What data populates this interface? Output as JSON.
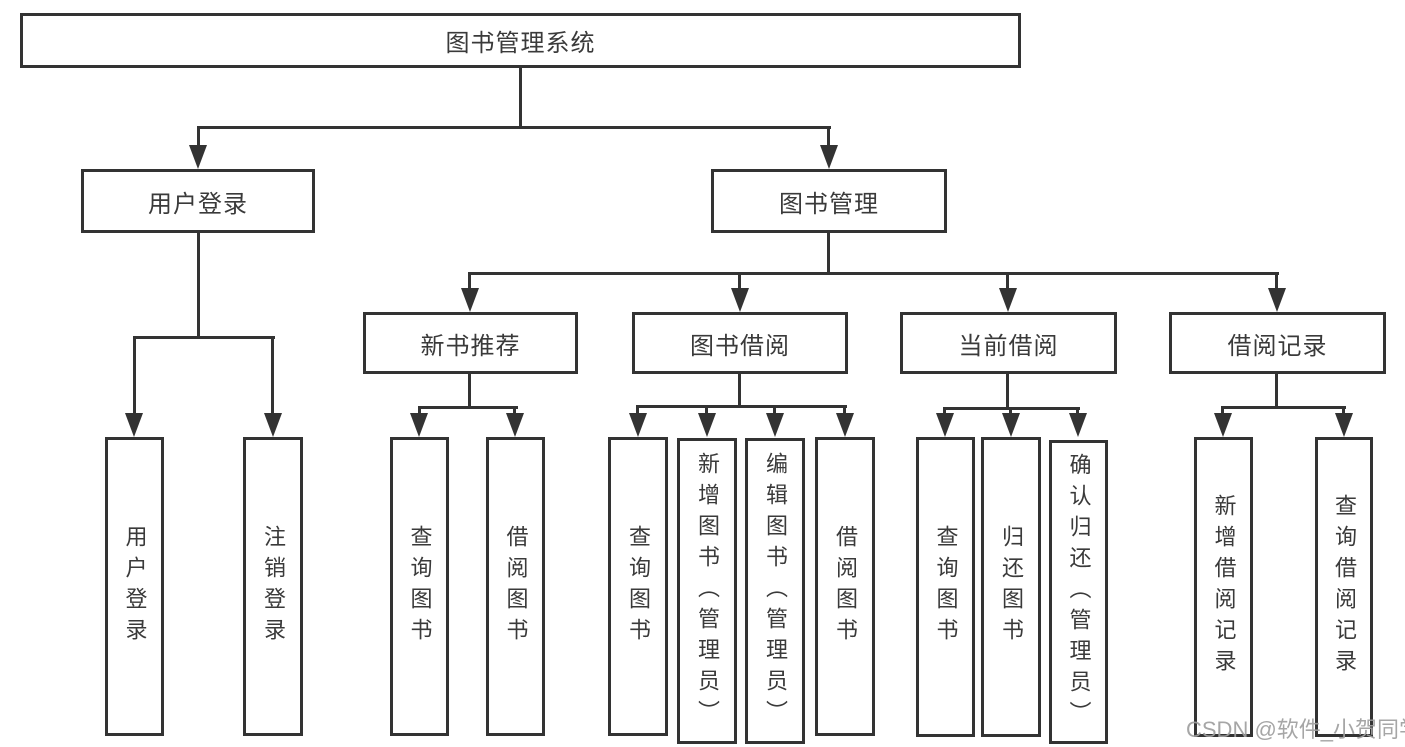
{
  "tree": {
    "root": {
      "label": "图书管理系统",
      "children": [
        {
          "label": "用户登录",
          "children": [
            {
              "label": "用户登录"
            },
            {
              "label": "注销登录"
            }
          ]
        },
        {
          "label": "图书管理",
          "children": [
            {
              "label": "新书推荐",
              "children": [
                {
                  "label": "查询图书"
                },
                {
                  "label": "借阅图书"
                }
              ]
            },
            {
              "label": "图书借阅",
              "children": [
                {
                  "label": "查询图书"
                },
                {
                  "label": "新增图书（管理员）"
                },
                {
                  "label": "编辑图书（管理员）"
                },
                {
                  "label": "借阅图书"
                }
              ]
            },
            {
              "label": "当前借阅",
              "children": [
                {
                  "label": "查询图书"
                },
                {
                  "label": "归还图书"
                },
                {
                  "label": "确认归还（管理员）"
                }
              ]
            },
            {
              "label": "借阅记录",
              "children": [
                {
                  "label": "新增借阅记录"
                },
                {
                  "label": "查询借阅记录"
                }
              ]
            }
          ]
        }
      ]
    }
  },
  "watermark": {
    "text": "CSDN @软件_小贺同学"
  },
  "colors": {
    "line": "#333333",
    "text": "#3a3a3a",
    "box_background": "#ffffff",
    "watermark": "#9e9e9e"
  }
}
